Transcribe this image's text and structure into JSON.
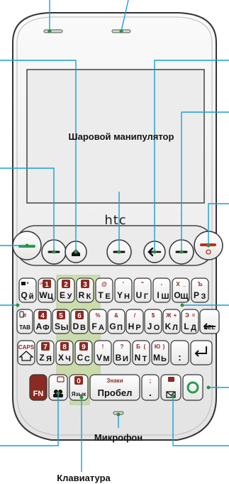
{
  "brand": "htc",
  "labels": {
    "trackball": "Шаровой манипулятор",
    "microphone": "Микрофон",
    "keyboard": "Клавиатура"
  },
  "colors": {
    "body": "#f2f2f2",
    "outline": "#333333",
    "screen": "#ececec",
    "callout_line": "#1a9fd6",
    "callout_dot": "#2d8f3e",
    "numpad_group": "#b3d37a",
    "key_number": "#8b2a22",
    "fn_key": "#8b2a22",
    "send_green": "#23a049",
    "end_red": "#c7281d"
  },
  "keys": {
    "row1": [
      {
        "id": "qy",
        "main": "Q",
        "sub": "й",
        "top": "*",
        "icon": "lock-icon"
      },
      {
        "id": "wc",
        "main": "W",
        "sub": "Ц",
        "top": "1",
        "top_sub": "oo",
        "numpad": true
      },
      {
        "id": "eu",
        "main": "E",
        "sub": "У",
        "top": "2",
        "numpad": true
      },
      {
        "id": "rk",
        "main": "R",
        "sub": "К",
        "top": "3",
        "numpad": true
      },
      {
        "id": "te",
        "main": "T",
        "sub": "Е",
        "top": "@"
      },
      {
        "id": "yn",
        "main": "Y",
        "sub": "Н",
        "top": "'"
      },
      {
        "id": "ug",
        "main": "U",
        "sub": "Г",
        "top": "\""
      },
      {
        "id": "ish",
        "main": "I",
        "sub": "Ш",
        "top": "-"
      },
      {
        "id": "osch",
        "main": "O",
        "sub": "Щ",
        "top": "Х",
        "top2": "_"
      },
      {
        "id": "pz",
        "main": "P",
        "sub": "З",
        "top": "Ъ"
      }
    ],
    "row2": [
      {
        "id": "tab",
        "main": "TAB",
        "top": "#",
        "icon": "vibrate-icon"
      },
      {
        "id": "af",
        "main": "A",
        "sub": "Ф",
        "top": "4",
        "numpad": true
      },
      {
        "id": "sy",
        "main": "S",
        "sub": "Ы",
        "top": "5",
        "numpad": true
      },
      {
        "id": "dv",
        "main": "D",
        "sub": "В",
        "top": "6",
        "numpad": true
      },
      {
        "id": "fa",
        "main": "F",
        "sub": "А",
        "top": "%"
      },
      {
        "id": "gp",
        "main": "G",
        "sub": "П",
        "top": "&"
      },
      {
        "id": "hr",
        "main": "H",
        "sub": "Р",
        "top": "/"
      },
      {
        "id": "jo",
        "main": "J",
        "sub": "О",
        "top": "$"
      },
      {
        "id": "kl",
        "main": "K",
        "sub": "Л",
        "top": "Ж",
        "top2": "+"
      },
      {
        "id": "ld",
        "main": "L",
        "sub": "Д",
        "top": "Э",
        "top2": "="
      },
      {
        "id": "del",
        "main": "DEL",
        "icon": "backspace-icon"
      }
    ],
    "row3": [
      {
        "id": "caps",
        "main": "CAPS",
        "icon": "shift-icon"
      },
      {
        "id": "zya",
        "main": "Z",
        "sub": "Я",
        "top": "7",
        "numpad": true
      },
      {
        "id": "xch",
        "main": "X",
        "sub": "Ч",
        "top": "8",
        "numpad": true
      },
      {
        "id": "cs",
        "main": "C",
        "sub": "С",
        "top": "9",
        "numpad": true
      },
      {
        "id": "vm",
        "main": "V",
        "sub": "М",
        "top": "!"
      },
      {
        "id": "bi",
        "main": "B",
        "sub": "И",
        "top": "?"
      },
      {
        "id": "nt",
        "main": "N",
        "sub": "Т",
        "top": "Б",
        "top2": "("
      },
      {
        "id": "mb",
        "main": "M",
        "sub": "Ь",
        "top": "Ю",
        "top2": ")"
      },
      {
        "id": "colon",
        "main": ":"
      },
      {
        "id": "enter",
        "main": "",
        "icon": "enter-icon"
      }
    ],
    "row4": [
      {
        "id": "fn",
        "main": "FN"
      },
      {
        "id": "contacts",
        "main": "",
        "icon": "contacts-icon",
        "top_icon": "camera-icon"
      },
      {
        "id": "lang",
        "main": "Язык",
        "top": "0",
        "numpad": true
      },
      {
        "id": "space",
        "main": "Пробел",
        "top": "Знаки"
      },
      {
        "id": "punct",
        "main": ".",
        "top": ";"
      },
      {
        "id": "msg",
        "main": "",
        "icon": "envelope-icon",
        "top_icon": "chat-icon"
      },
      {
        "id": "optical",
        "main": "",
        "icon": "optical-icon"
      }
    ]
  }
}
